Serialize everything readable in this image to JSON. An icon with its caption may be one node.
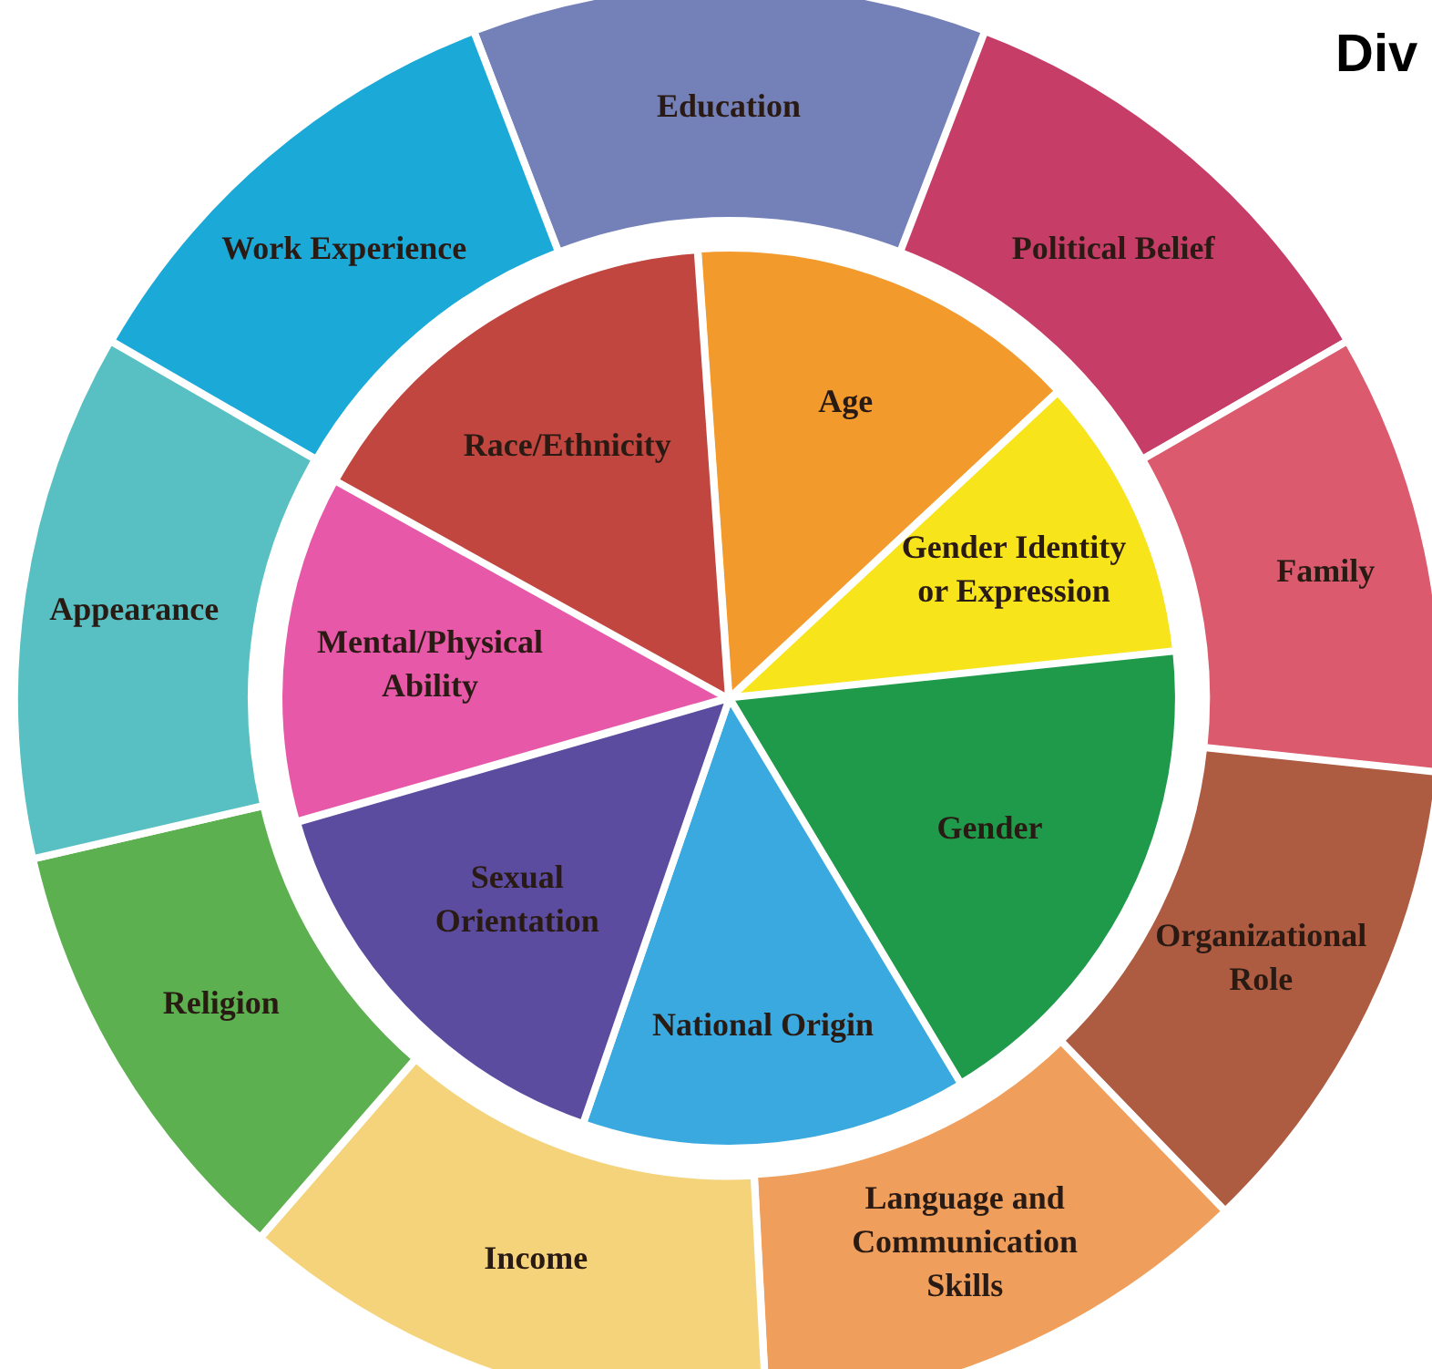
{
  "diagram": {
    "title": "Div",
    "nodes": [
      {
        "text": [
          "Education"
        ]
      },
      {
        "text": [
          "Political Belief"
        ]
      },
      {
        "text": [
          "Family"
        ]
      },
      {
        "text": [
          "Organizational Role"
        ]
      },
      {
        "text": [
          "Language and Communication Skills"
        ]
      },
      {
        "text": [
          "Income"
        ]
      },
      {
        "text": [
          "Religion"
        ]
      },
      {
        "text": [
          "Appearance"
        ]
      },
      {
        "text": [
          "Work Experience"
        ]
      },
      {
        "text": [
          "Age"
        ]
      },
      {
        "text": [
          "Gender Identity or Expression"
        ]
      },
      {
        "text": [
          "Gender"
        ]
      },
      {
        "text": [
          "National Origin"
        ]
      },
      {
        "text": [
          "Sexual Orientation"
        ]
      },
      {
        "text": [
          "Mental/Physical Ability"
        ]
      },
      {
        "text": [
          "Race/Ethnicity"
        ]
      }
    ],
    "edges": []
  }
}
